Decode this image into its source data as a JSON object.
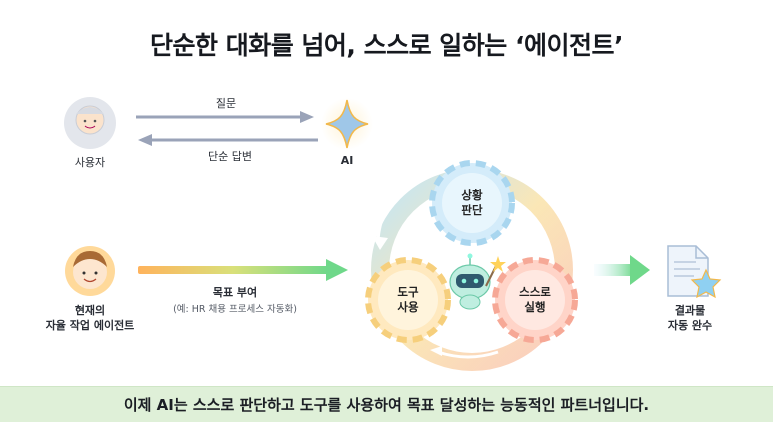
{
  "title": "단순한 대화를 넘어, 스스로 일하는 ‘에이전트’",
  "top_row": {
    "user_label": "사용자",
    "arrow_question": "질문",
    "arrow_answer": "단순 답변",
    "ai_label": "AI"
  },
  "bottom_row": {
    "agent_label_line1": "현재의",
    "agent_label_line2": "자율 작업 에이전트",
    "goal_label": "목표 부여",
    "goal_example": "(예: HR 채용 프로세스 자동화)",
    "result_label_line1": "결과물",
    "result_label_line2": "자동 완수"
  },
  "cycle": {
    "top": [
      "상황",
      "판단"
    ],
    "left": [
      "도구",
      "사용"
    ],
    "right": [
      "스스로",
      "실행"
    ]
  },
  "footer": "이제 AI는 스스로 판단하고 도구를 사용하여 목표 달성하는 능동적인 파트너입니다.",
  "colors": {
    "gear_blue": "#bfe3f7",
    "gear_orange": "#ffe2a8",
    "gear_red": "#ffc2b4",
    "arrow_green": "#6fd88a",
    "arrow_gray": "#9aa3b8",
    "banner_bg": "#dff0d8"
  }
}
